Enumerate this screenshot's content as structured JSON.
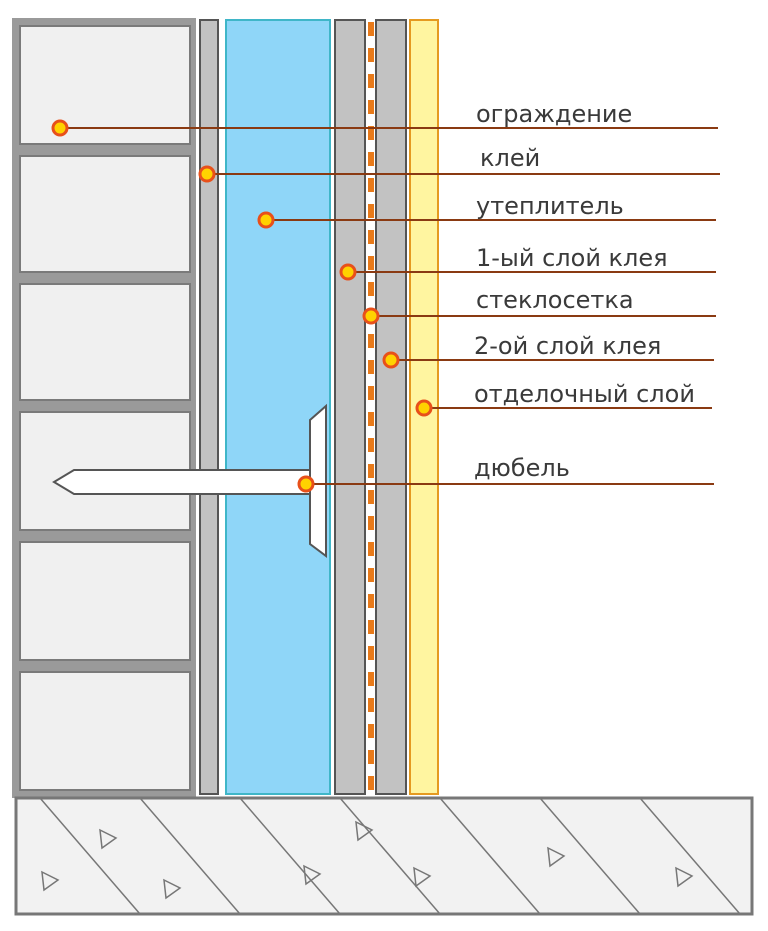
{
  "labels": [
    "ограждение",
    "клей",
    "утеплитель",
    "1-ый слой клея",
    "стеклосетка",
    "2-ой слой  клея",
    "отделочный слой",
    "дюбель"
  ],
  "colors": {
    "masonry_fill": "#f0f0f0",
    "masonry_stroke": "#7a7a7a",
    "glue_fill": "#c2c2c2",
    "insulation_fill": "#8fd6f8",
    "insulation_stroke": "#3fb6c8",
    "finish_fill": "#fff5a0",
    "finish_stroke": "#e59a20",
    "mesh_dash": "#e87a1a",
    "leader_line": "#8a3a12",
    "dot_fill": "#ffd200",
    "dot_stroke": "#e8501a",
    "foundation_fill": "#f2f2f2",
    "foundation_stroke": "#777777"
  }
}
